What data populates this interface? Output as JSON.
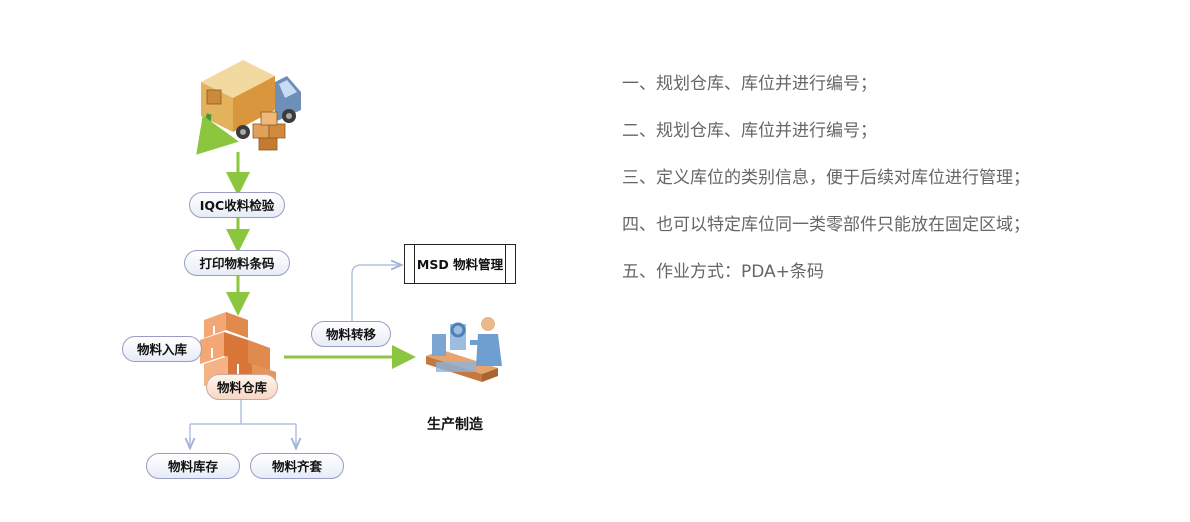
{
  "diagram": {
    "nodes": {
      "iqc": "IQC收料检验",
      "print_label": "打印物料条码",
      "material_in": "物料入库",
      "warehouse": "物料仓库",
      "transfer": "物料转移",
      "msd": "MSD 物料管理",
      "production": "生产制造",
      "inventory": "物料库存",
      "kitting": "物料齐套"
    },
    "icons": [
      "delivery-truck-icon",
      "stacked-boxes-icon",
      "production-line-worker-icon"
    ],
    "colors": {
      "flow_arrow": "#8cc63f",
      "branch_line": "#b3c2e0",
      "pill_border": "#9a9cc4"
    }
  },
  "notes": [
    "一、规划仓库、库位并进行编号；",
    "二、规划仓库、库位并进行编号；",
    "三、定义库位的类别信息，便于后续对库位进行管理；",
    "四、也可以特定库位同一类零部件只能放在固定区域；",
    "五、作业方式：PDA+条码"
  ]
}
